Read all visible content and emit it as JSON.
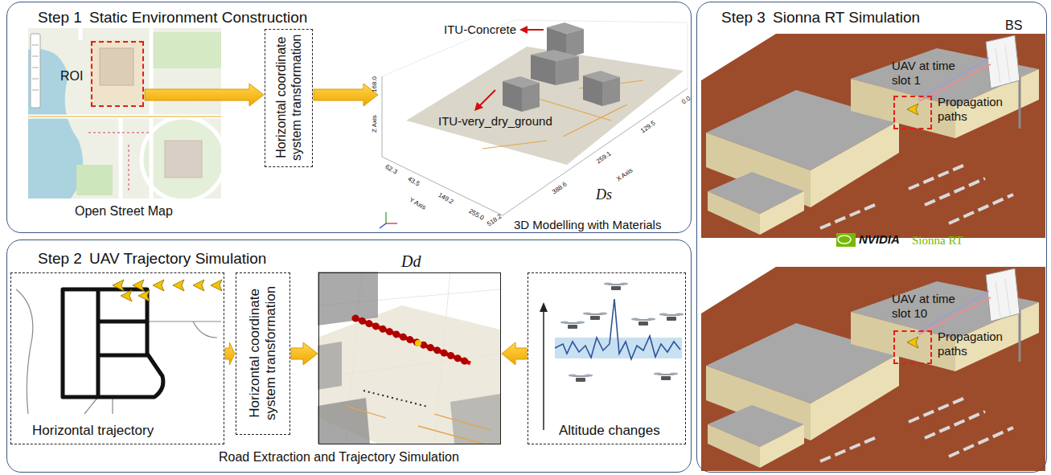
{
  "diagram": {
    "nodes": [
      {
        "text": [
          "Step 1",
          "Static Environment Construction"
        ]
      },
      {
        "text": [
          "Open Street Map"
        ],
        "in": 0
      },
      {
        "text": [
          "ROI"
        ],
        "in": 1
      },
      {
        "text": [
          "Horizontal coordinate system transformation"
        ],
        "in": 0
      },
      {
        "text": [
          "3D Modelling with Materials"
        ],
        "in": 0
      },
      {
        "text": [
          "Step 2",
          "UAV Trajectory Simulation"
        ]
      },
      {
        "text": [
          "Horizontal trajectory"
        ],
        "in": 5
      },
      {
        "text": [
          "Horizontal coordinate system transformation"
        ],
        "in": 5
      },
      {
        "text": [
          "Dd"
        ],
        "in": 5
      },
      {
        "text": [
          "Altitude changes"
        ],
        "in": 5
      },
      {
        "text": [
          "Step 3",
          "Sionna RT Simulation"
        ]
      },
      {
        "text": [
          "UAV at time slot 1"
        ],
        "in": 10
      },
      {
        "text": [
          "UAV at time slot 10"
        ],
        "in": 10
      }
    ],
    "edges": [
      {
        "from": 2,
        "to": 3,
        "arrow": "to"
      },
      {
        "from": 3,
        "to": 4,
        "arrow": "to"
      },
      {
        "from": 6,
        "to": 7,
        "arrow": "to"
      },
      {
        "from": 7,
        "to": 8,
        "arrow": "to"
      },
      {
        "from": 9,
        "to": 8,
        "arrow": "to"
      }
    ],
    "labels": [
      "ITU-Concrete",
      "ITU-very_dry_ground",
      "Ds",
      "Z Axis",
      "168.0",
      "62.3",
      "43.5",
      "149.2",
      "255.0",
      "Y Axis",
      "0.0",
      "129.5",
      "259.1",
      "388.6",
      "518.2",
      "X Axis",
      "Road Extraction and Trajectory Simulation",
      "BS",
      "Propagation paths",
      "Propagation paths",
      "NVIDIA",
      "Sionna RT"
    ]
  }
}
